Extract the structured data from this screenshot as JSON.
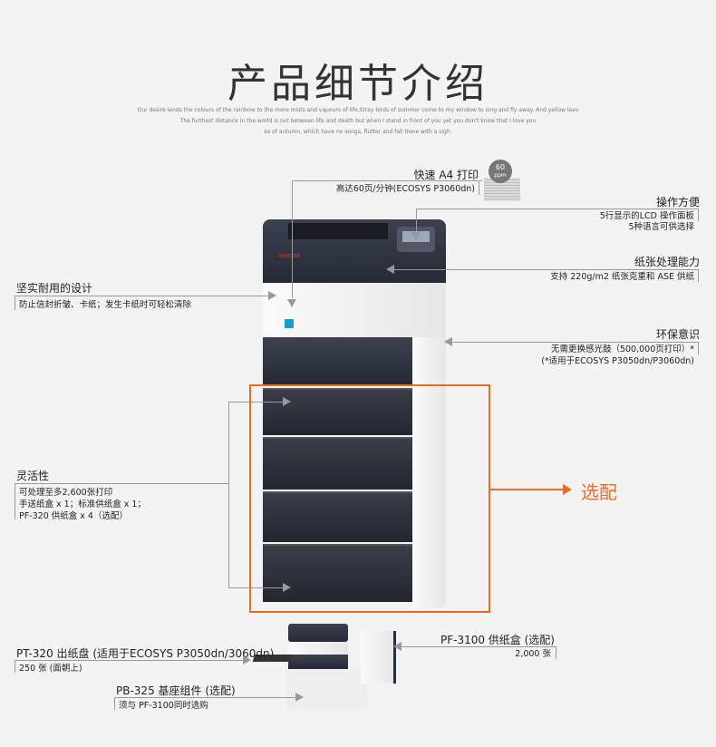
{
  "title": "产品细节介绍",
  "subtitle": [
    "Our desire lends the colours of the rainbow to the mere mists and vapours of life.Stray birds of summer come to my window to sing and fly away. And yellow leav",
    "The furthest distance in the world is not between life and death but when I stand in front of you yet you don't know that I love you",
    "es of autumn, which have no songs, flutter and fall there with a sigh."
  ],
  "badge": {
    "num": "60",
    "unit": "ppm"
  },
  "features": {
    "fast": {
      "label": "快速 A4 打印",
      "detail": "高达60页/分钟(ECOSYS P3060dn)"
    },
    "ease": {
      "label": "操作方便",
      "detail": [
        "5行显示的LCD 操作面板",
        "5种语言可供选择"
      ]
    },
    "paper": {
      "label": "纸张处理能力",
      "detail": "支持 220g/m2 纸张克重和 ASE 供纸"
    },
    "eco": {
      "label": "环保意识",
      "detail": [
        "无需更换感光鼓（500,000页打印）*",
        "(*适用于ECOSYS P3050dn/P3060dn)"
      ]
    },
    "durable": {
      "label": "坚实耐用的设计",
      "detail": "防止信封折皱、卡纸；发生卡纸时可轻松清除"
    },
    "flex": {
      "label": "灵活性",
      "detail": [
        "可处理至多2,600张打印",
        "手送纸盒 x 1；标准供纸盒 x 1；",
        "PF-320 供纸盒 x 4（选配）"
      ]
    },
    "optional": {
      "label": "选配"
    },
    "pt320": {
      "label": "PT-320 出纸盘 (适用于ECOSYS P3050dn/3060dn)",
      "detail": "250 张 (面朝上)"
    },
    "pf3100": {
      "label": "PF-3100 供纸盒 (选配)",
      "detail": "2,000 张"
    },
    "pb325": {
      "label": "PB-325 基座组件 (选配)",
      "detail": "须与 PF-3100同时选购"
    }
  },
  "brand": "KYOCERA",
  "colors": {
    "accent": "#f06a1e"
  }
}
